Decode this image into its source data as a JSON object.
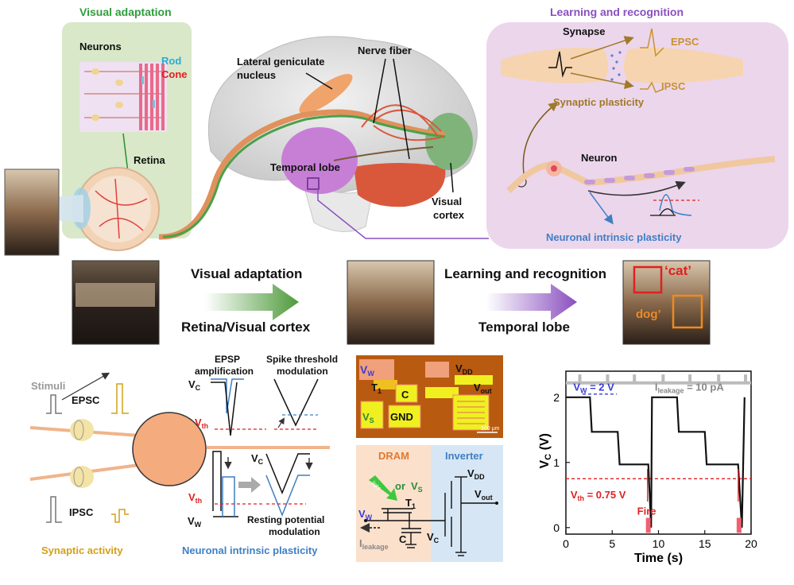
{
  "top": {
    "visual_adaptation_title": "Visual adaptation",
    "neurons": "Neurons",
    "rod": "Rod",
    "cone": "Cone",
    "retina": "Retina",
    "lgn_line1": "Lateral geniculate",
    "lgn_line2": "nucleus",
    "nerve_fiber": "Nerve fiber",
    "temporal_lobe": "Temporal lobe",
    "visual_cortex_line1": "Visual",
    "visual_cortex_line2": "cortex",
    "learning_title": "Learning and recognition",
    "synapse": "Synapse",
    "epsc": "EPSC",
    "ipsc": "IPSC",
    "synaptic_plasticity": "Synaptic plasticity",
    "neuron": "Neuron",
    "neuronal_intrinsic_plasticity": "Neuronal intrinsic plasticity"
  },
  "middle": {
    "step1_top": "Visual adaptation",
    "step1_bottom": "Retina/Visual cortex",
    "step2_top": "Learning and recognition",
    "step2_bottom": "Temporal  lobe",
    "label_cat": "‘cat’",
    "label_dog": "dog’"
  },
  "bottom_left": {
    "stimuli": "Stimuli",
    "epsc": "EPSC",
    "ipsc": "IPSC",
    "synaptic_activity": "Synaptic activity"
  },
  "bottom_mid": {
    "epsp_line1": "EPSP",
    "epsp_line2": "amplification",
    "spike_line1": "Spike threshold",
    "spike_line2": "modulation",
    "vc": "V",
    "vc_sub": "C",
    "vth": "V",
    "vth_sub": "th",
    "vw": "V",
    "vw_sub": "W",
    "resting_line1": "Resting potential",
    "resting_line2": "modulation",
    "neuronal_intrinsic_plasticity": "Neuronal intrinsic plasticity"
  },
  "circuit": {
    "vw": "V",
    "vw_sub": "W",
    "vdd": "V",
    "vdd_sub": "DD",
    "t1": "T",
    "t1_sub": "1",
    "c": "C",
    "vout": "V",
    "vout_sub": "out",
    "vs": "V",
    "vs_sub": "S",
    "gnd": "GND",
    "scale": "100 μm",
    "dram": "DRAM",
    "inverter": "Inverter",
    "light": "light",
    "or": "or",
    "ileakage": "I",
    "ileakage_sub": "leakage"
  },
  "colors": {
    "green_panel": "#d8e8c8",
    "purple_panel": "#ecd6ec",
    "synapse_text": "#c8932b",
    "ipsc_color": "#d4a017",
    "threshold_red": "#e02020",
    "vw_blue": "#3b3bd6",
    "nip_blue": "#3f7fc4",
    "dram_bg": "#fbe0cc",
    "inverter_bg": "#d6e6f4",
    "arrow_green": "#4e9a3a",
    "arrow_purple": "#8a4fbf"
  },
  "chart_data": {
    "type": "line",
    "title": "",
    "xlabel": "Time (s)",
    "ylabel": "V",
    "ylabel_sub": "C",
    "ylabel_unit": "(V)",
    "xlim": [
      0,
      20
    ],
    "ylim": [
      -0.1,
      2.4
    ],
    "xticks": [
      0,
      5,
      10,
      15,
      20
    ],
    "yticks": [
      0,
      1,
      2
    ],
    "series": [
      {
        "x": [
          0,
          2.6,
          2.8,
          5.6,
          5.8,
          8.4,
          8.9,
          9.2,
          9.3,
          12.0,
          12.2,
          15.0,
          15.2,
          18.0,
          18.6,
          19.0,
          19.3
        ],
        "y": [
          2.0,
          2.0,
          1.47,
          1.47,
          0.97,
          0.97,
          0.97,
          0.0,
          2.0,
          2.0,
          1.47,
          1.47,
          0.97,
          0.97,
          0.97,
          0.0,
          2.0
        ]
      }
    ],
    "threshold": {
      "value": 0.75,
      "label": "V",
      "label_sub": "th",
      "label_rest": " = 0.75 V"
    },
    "vw_annotation": {
      "label": "V",
      "label_sub": "W",
      "label_rest": " = 2 V",
      "value": 2.0
    },
    "ileak_annotation": {
      "label": "I",
      "label_sub": "leakage",
      "label_rest": " = 10 pA"
    },
    "pulse_times": [
      1.5,
      4.5,
      7.4,
      10.5,
      13.4,
      16.5,
      19.4
    ],
    "fire_times": [
      8.9,
      18.7
    ],
    "fire_label": "Fire"
  }
}
